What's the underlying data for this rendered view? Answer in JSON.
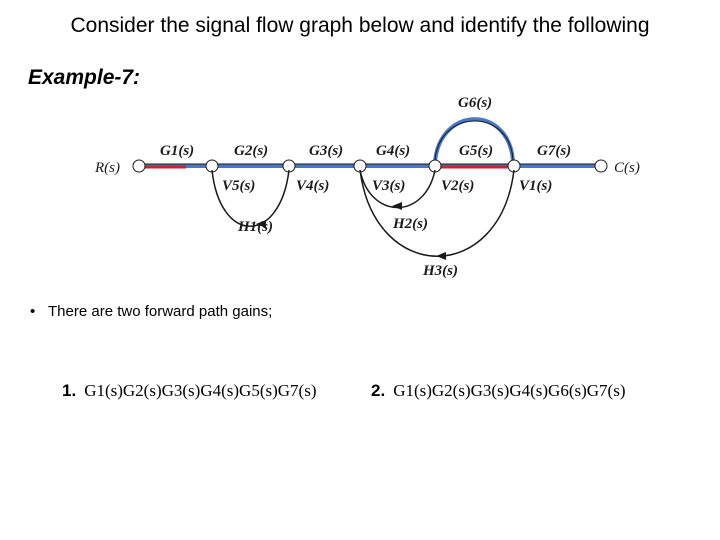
{
  "title": "Consider the signal flow graph below and identify the following",
  "example": "Example-7:",
  "graph": {
    "nodes": {
      "input": "R(s)",
      "output": "C(s)"
    },
    "forward_labels": {
      "g1": "G1(s)",
      "g2": "G2(s)",
      "g3": "G3(s)",
      "g4": "G4(s)",
      "g5": "G5(s)",
      "g6": "G6(s)",
      "g7": "G7(s)"
    },
    "node_labels": {
      "v5": "V5(s)",
      "v4": "V4(s)",
      "v3": "V3(s)",
      "v2": "V2(s)",
      "v1": "V1(s)"
    },
    "feedback_labels": {
      "h1": "H1(s)",
      "h2": "H2(s)",
      "h3": "H3(s)"
    },
    "colors": {
      "forward_path": "#4a78c4",
      "highlight": "#c0282d",
      "line": "#1a1a1a"
    }
  },
  "bullet": "There are two forward path gains;",
  "paths": [
    {
      "num": "1.",
      "expr": "G1(s)G2(s)G3(s)G4(s)G5(s)G7(s)"
    },
    {
      "num": "2.",
      "expr": "G1(s)G2(s)G3(s)G4(s)G6(s)G7(s)"
    }
  ]
}
